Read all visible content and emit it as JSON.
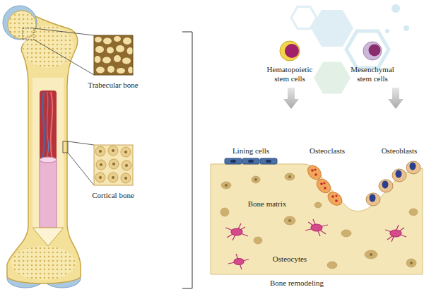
{
  "diagram": {
    "caption": "Bone remodeling",
    "labels": [
      "Trabecular bone",
      "Cortical bone",
      "Hematopoietic stem cells",
      "Mesenchymal stem cells",
      "Lining cells",
      "Osteoclasts",
      "Osteoblasts",
      "Bone matrix",
      "Osteocytes"
    ]
  }
}
